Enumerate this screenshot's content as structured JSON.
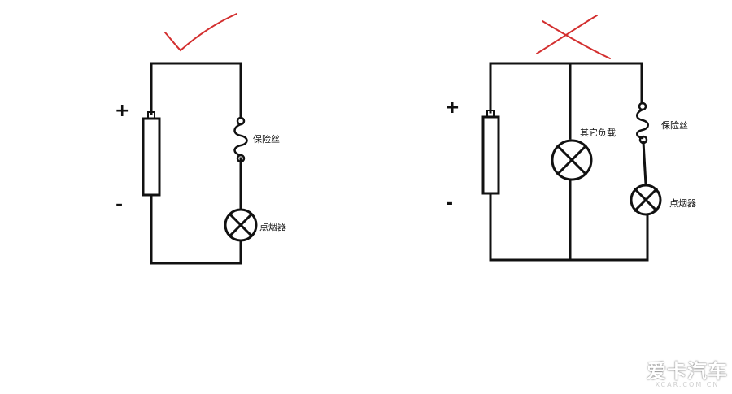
{
  "left_circuit": {
    "plus_sign": "+",
    "minus_sign": "-",
    "fuse_label": "保险丝",
    "lighter_label": "点烟器",
    "verdict_mark": "check-mark",
    "verdict_color": "#d32f2f"
  },
  "right_circuit": {
    "plus_sign": "+",
    "minus_sign": "-",
    "other_load_label": "其它负载",
    "fuse_label": "保险丝",
    "lighter_label": "点烟器",
    "verdict_mark": "x-mark",
    "verdict_color": "#d32f2f"
  },
  "watermark": {
    "main": "爱卡汽车",
    "sub": "XCAR.COM.CN"
  },
  "colors": {
    "wire": "#111111",
    "mark": "#d32f2f",
    "background": "#ffffff"
  }
}
